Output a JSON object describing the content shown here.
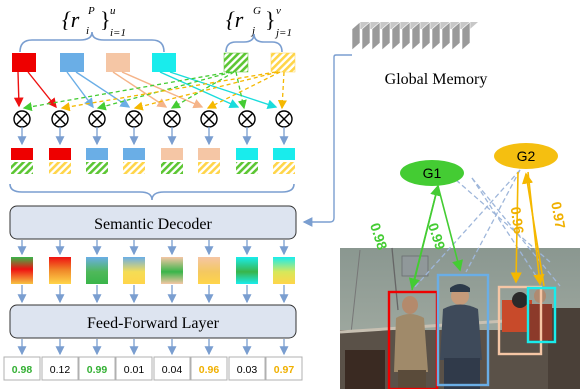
{
  "diagram": {
    "brace_left_label": {
      "base": "{r",
      "sup": "P",
      "sub": "i",
      "close": "}",
      "range_sup": "u",
      "range_sub": "i=1"
    },
    "brace_right_label": {
      "base": "{r",
      "sup": "G",
      "sub": "j",
      "close": "}",
      "range_sup": "v",
      "range_sub": "j=1"
    },
    "global_memory_label": "Global Memory",
    "semantic_decoder_label": "Semantic Decoder",
    "ffn_label": "Feed-Forward Layer",
    "person_colors": [
      "#ee0000",
      "#6aaee6",
      "#f5c6a5",
      "#19ecec"
    ],
    "group_colors": [
      "#5cc633",
      "#ffd54a"
    ],
    "scores": [
      "0.98",
      "0.12",
      "0.99",
      "0.01",
      "0.04",
      "0.96",
      "0.03",
      "0.97"
    ],
    "score_colors": [
      "#33b033",
      "#000000",
      "#33b033",
      "#000000",
      "#000000",
      "#f0b000",
      "#000000",
      "#f0b000"
    ],
    "group_nodes": [
      {
        "label": "G1",
        "color": "#44cc33"
      },
      {
        "label": "G2",
        "color": "#f5bf10"
      }
    ],
    "edge_labels": [
      {
        "text": "0.98",
        "color": "#44cc33"
      },
      {
        "text": "0.99",
        "color": "#44cc33"
      },
      {
        "text": "0.96",
        "color": "#f0b000"
      },
      {
        "text": "0.97",
        "color": "#f0b000"
      }
    ]
  }
}
